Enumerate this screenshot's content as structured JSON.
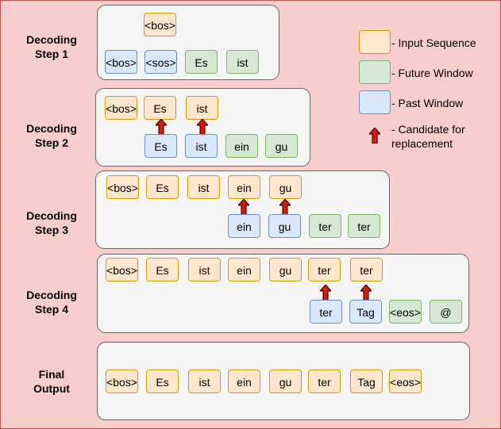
{
  "steps": [
    {
      "label": "Decoding\nStep 1"
    },
    {
      "label": "Decoding\nStep 2"
    },
    {
      "label": "Decoding\nStep 3"
    },
    {
      "label": "Decoding\nStep 4"
    },
    {
      "label": "Final\nOutput"
    }
  ],
  "tokens": {
    "bos": "<bos>",
    "sos": "<sos>",
    "eos": "<eos>",
    "es": "Es",
    "ist": "ist",
    "ein": "ein",
    "gu": "gu",
    "ter": "ter",
    "tag": "Tag",
    "at": "@"
  },
  "legend": {
    "input": "- Input Sequence",
    "future": "- Future Window",
    "past": "- Past Window",
    "candidate": "- Candidate for\nreplacement"
  },
  "colors": {
    "input_fill": "#ffe6cc",
    "input_stroke": "#d79b00",
    "future_fill": "#d5e8d4",
    "future_stroke": "#82b366",
    "past_fill": "#dae8fc",
    "past_stroke": "#6c8ebf",
    "arrow_fill": "#e51400",
    "background": "#f8cecc",
    "panel": "#f5f5f5"
  }
}
